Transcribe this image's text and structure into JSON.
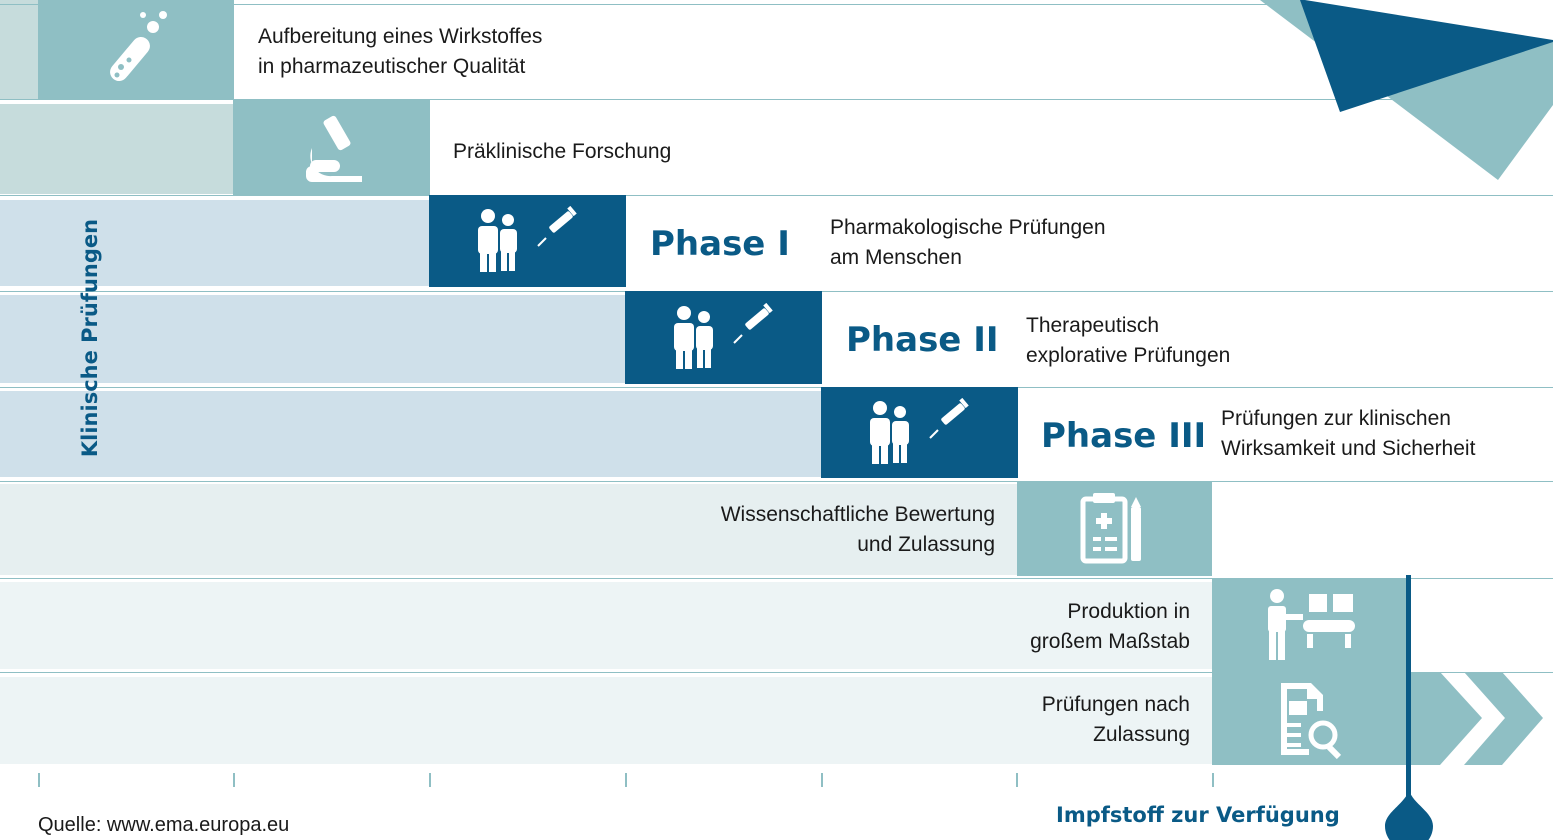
{
  "colors": {
    "teal": "#8fbfc4",
    "navy": "#0a5a86",
    "band_light_teal": "#c6dcdc",
    "band_light_blue": "#cfe0ea",
    "band_pale": "#e6eff0",
    "band_palest": "#edf4f5"
  },
  "steps": [
    {
      "label_lines": [
        "Aufbereitung eines Wirkstoffes",
        "in pharmazeutischer Qualität"
      ],
      "icon": "test-tube-icon"
    },
    {
      "label_lines": [
        "Präklinische Forschung"
      ],
      "icon": "microscope-icon"
    },
    {
      "phase": "Phase I",
      "label_lines": [
        "Pharmakologische Prüfungen",
        "am Menschen"
      ],
      "icon": "people-syringe-icon"
    },
    {
      "phase": "Phase II",
      "label_lines": [
        "Therapeutisch",
        "explorative Prüfungen"
      ],
      "icon": "people-syringe-icon"
    },
    {
      "phase": "Phase III",
      "label_lines": [
        "Prüfungen zur klinischen",
        "Wirksamkeit und Sicherheit"
      ],
      "icon": "people-syringe-icon"
    },
    {
      "label_lines": [
        "Wissenschaftliche Bewertung",
        "und Zulassung"
      ],
      "icon": "clipboard-icon"
    },
    {
      "label_lines": [
        "Produktion in",
        "großem Maßstab"
      ],
      "icon": "production-worker-icon"
    },
    {
      "label_lines": [
        "Prüfungen nach",
        "Zulassung"
      ],
      "icon": "document-search-icon"
    }
  ],
  "clinical_label": "Klinische Prüfungen",
  "source": "Quelle: www.ema.europa.eu",
  "milestone": "Impfstoff zur Verfügung"
}
